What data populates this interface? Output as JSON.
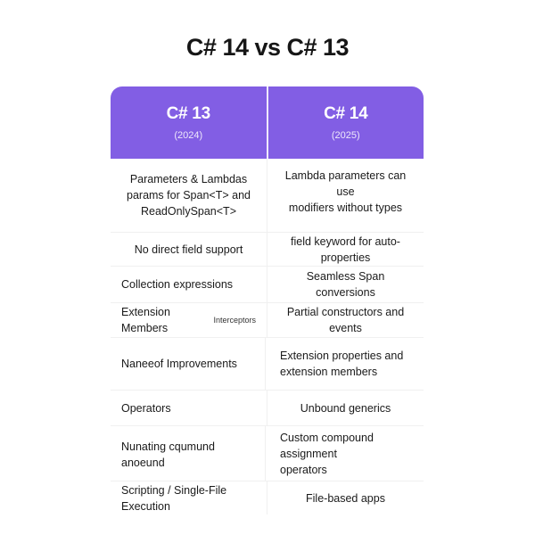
{
  "title": "C# 14 vs C# 13",
  "header": {
    "left": {
      "name": "C# 13",
      "year": "(2024)"
    },
    "right": {
      "name": "C# 14",
      "year": "(2025)"
    }
  },
  "colors": {
    "header_bg": "#825ee4",
    "header_text": "#ffffff",
    "row_border": "#f0f0f0"
  },
  "rows": [
    {
      "left": [
        "Parameters & Lambdas",
        "params for Span<T> and",
        "ReadOnlySpan<T>"
      ],
      "right": [
        "Lambda parameters can use",
        "modifiers without types"
      ]
    },
    {
      "left": [
        "No direct field support"
      ],
      "right": [
        "field keyword for auto-properties"
      ]
    },
    {
      "left": [
        "Collection expressions"
      ],
      "right": [
        "Seamless Span conversions"
      ]
    },
    {
      "left": [
        "Extension Members"
      ],
      "left_aside": "Interceptors",
      "right": [
        "Partial constructors and events"
      ]
    },
    {
      "left": [
        "Naneeof Improvements"
      ],
      "right": [
        "Extension properties and",
        "extension members"
      ]
    },
    {
      "left": [
        "Operators"
      ],
      "right": [
        "Unbound generics"
      ]
    },
    {
      "left": [
        "Nunating cqumund anoeund"
      ],
      "right": [
        "Custom compound assignment",
        "operators"
      ]
    },
    {
      "left": [
        "Scripting / Single-File Execution"
      ],
      "right": [
        "File-based apps"
      ]
    }
  ]
}
